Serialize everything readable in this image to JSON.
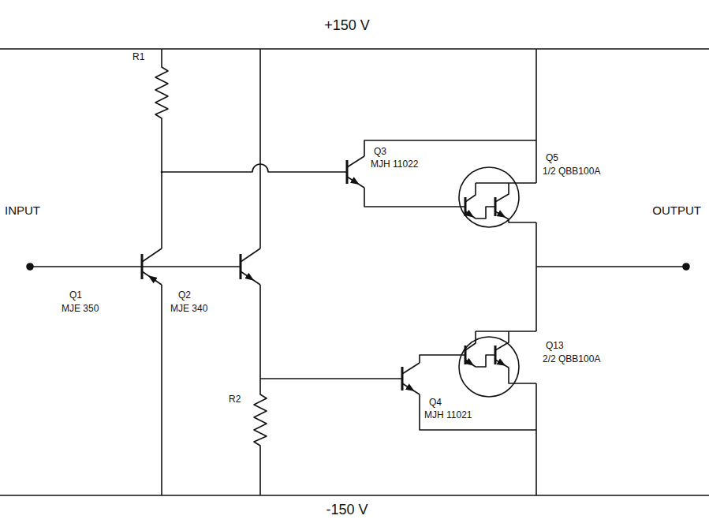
{
  "diagram": {
    "labels": [
      "+150 V",
      "-150 V",
      "INPUT",
      "OUTPUT",
      "R1",
      "R2",
      "Q1",
      "MJE 350",
      "Q2",
      "MJE 340",
      "Q3",
      "MJH 11022",
      "Q5",
      "1/2 QBB100A",
      "Q4",
      "MJH 11021",
      "Q13",
      "2/2 QBB100A"
    ]
  }
}
